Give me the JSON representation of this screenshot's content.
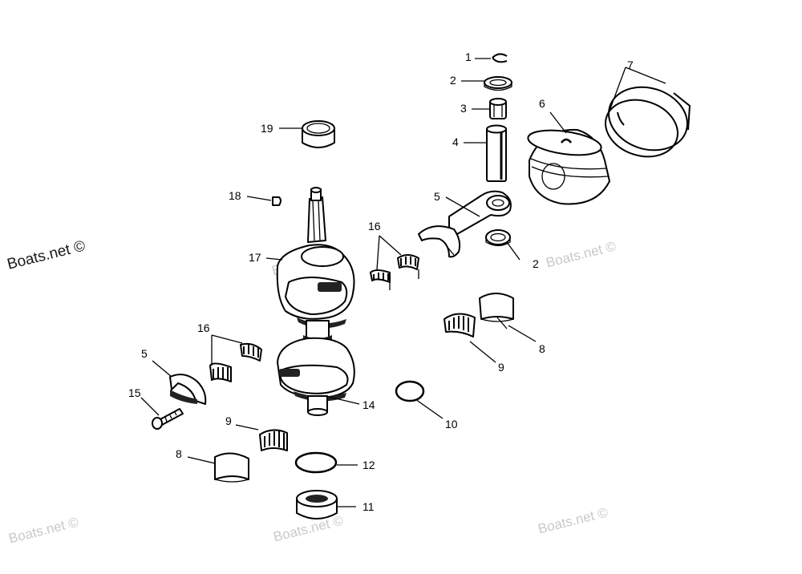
{
  "watermarks": {
    "main": "Boats.net ©",
    "faint": "Boats.net ©"
  },
  "callouts": {
    "c1": "1",
    "c2a": "2",
    "c2b": "2",
    "c3": "3",
    "c4": "4",
    "c5a": "5",
    "c5b": "5",
    "c6": "6",
    "c7": "7",
    "c8a": "8",
    "c8b": "8",
    "c9a": "9",
    "c9b": "9",
    "c10": "10",
    "c11": "11",
    "c12": "12",
    "c14": "14",
    "c15": "15",
    "c16a": "16",
    "c16b": "16",
    "c17": "17",
    "c18": "18",
    "c19": "19"
  }
}
